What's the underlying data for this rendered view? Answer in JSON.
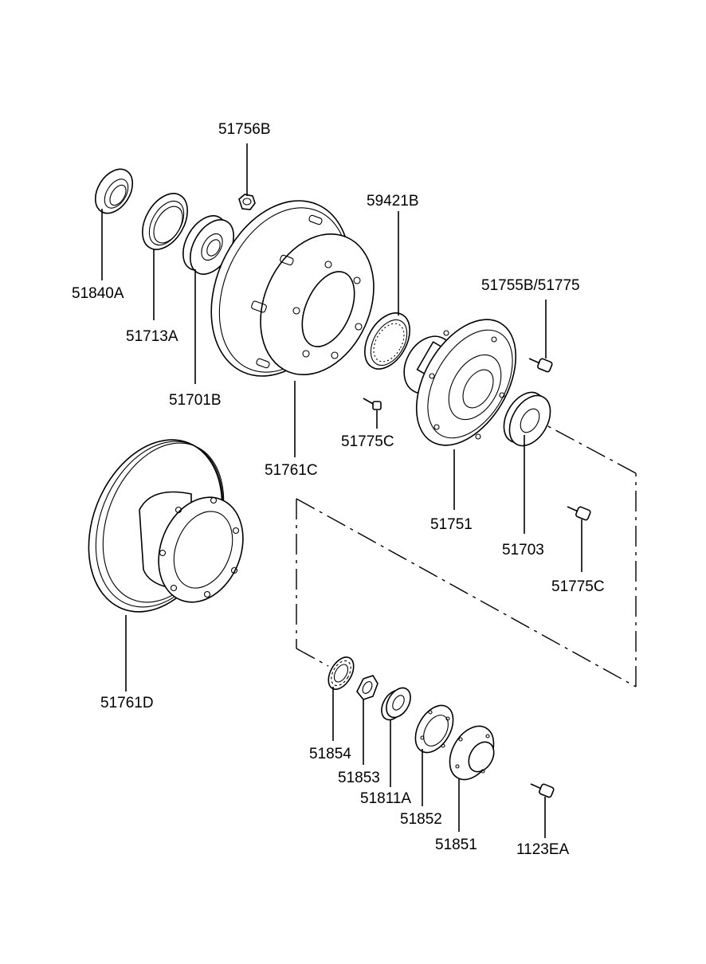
{
  "labels": {
    "p51756B": "51756B",
    "p51840A": "51840A",
    "p51713A": "51713A",
    "p51701B": "51701B",
    "p59421B": "59421B",
    "p51755B_51775": "51755B/51775",
    "p51775C_a": "51775C",
    "p51761C": "51761C",
    "p51751": "51751",
    "p51703": "51703",
    "p51775C_b": "51775C",
    "p51761D": "51761D",
    "p51854": "51854",
    "p51853": "51853",
    "p51811A": "51811A",
    "p51852": "51852",
    "p51851": "51851",
    "p1123EA": "1123EA"
  }
}
